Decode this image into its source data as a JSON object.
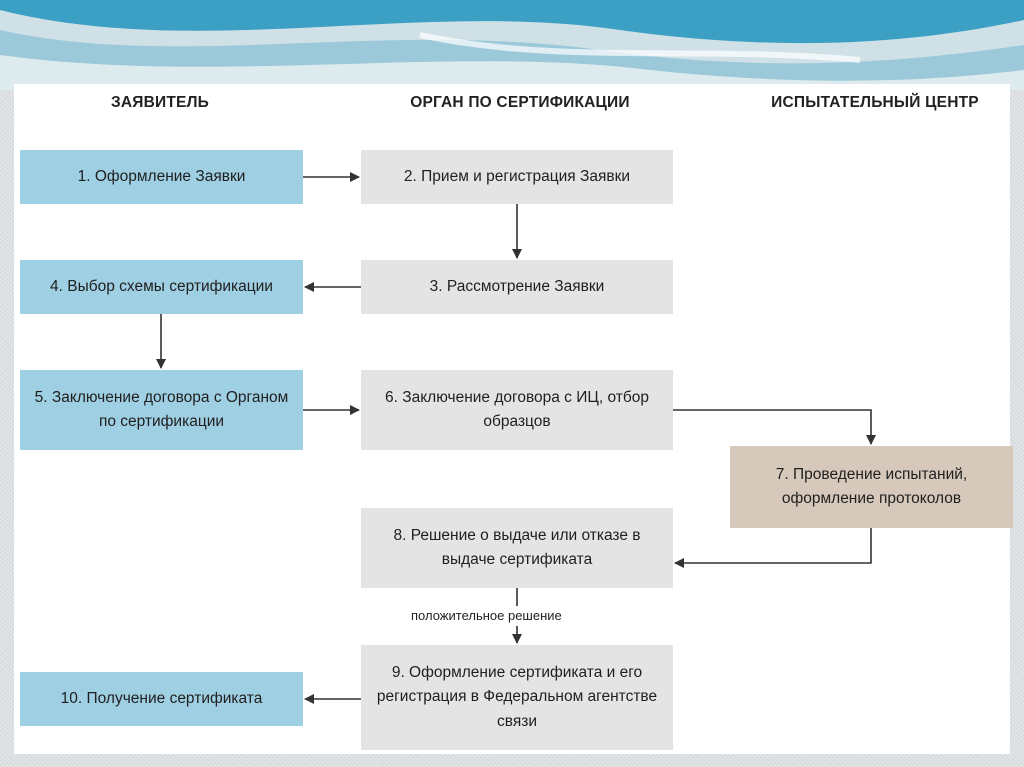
{
  "headers": {
    "applicant": "ЗАЯВИТЕЛЬ",
    "cert_body": "ОРГАН ПО СЕРТИФИКАЦИИ",
    "test_center": "ИСПЫТАТЕЛЬНЫЙ ЦЕНТР"
  },
  "steps": {
    "s1": "1. Оформление Заявки",
    "s2": "2. Прием и регистрация Заявки",
    "s3": "3. Рассмотрение Заявки",
    "s4": "4. Выбор схемы сертификации",
    "s5": "5. Заключение договора с Органом по сертификации",
    "s6": "6. Заключение договора с ИЦ, отбор образцов",
    "s7": "7. Проведение испытаний, оформление протоколов",
    "s8": "8. Решение о выдаче или отказе в выдаче сертификата",
    "s9": "9. Оформление сертификата и его регистрация в Федеральном агентстве связи",
    "s10": "10. Получение сертификата"
  },
  "edges": {
    "positive_decision": "положительное решение"
  },
  "colors": {
    "applicant_box": "#9fcfe2",
    "cert_body_box": "#e4e4e4",
    "test_center_box": "#d6c9bb",
    "arrow": "#333333"
  }
}
